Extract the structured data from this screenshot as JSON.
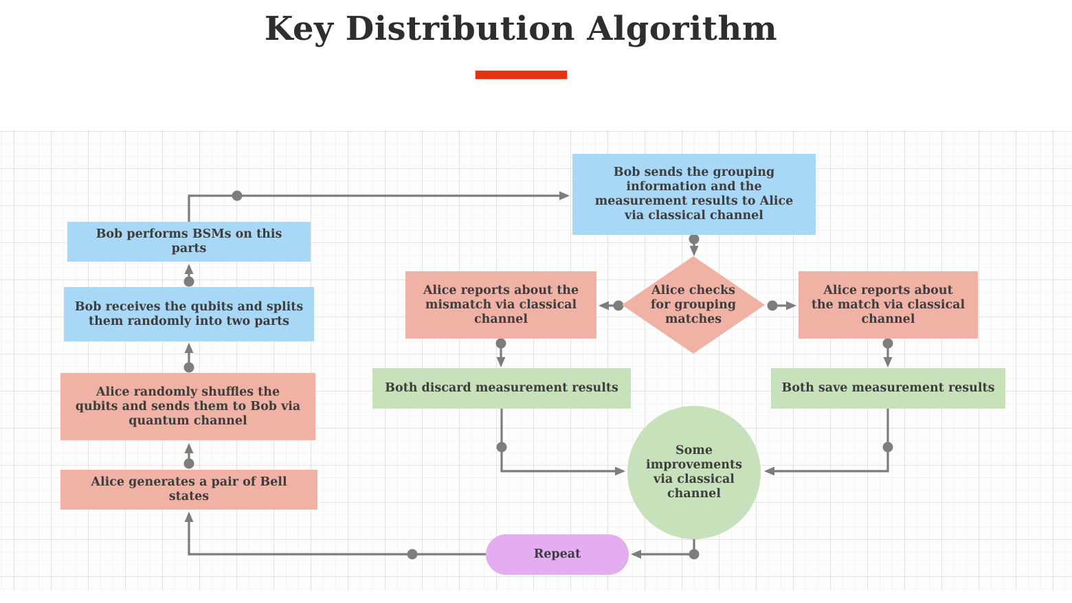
{
  "header": {
    "title": "Key Distribution Algorithm"
  },
  "colors": {
    "accent_red": "#e23411",
    "node_blue": "#a9d8f6",
    "node_pink": "#f1b2a6",
    "node_green": "#c7e1ba",
    "node_purple": "#e3adf0",
    "connector_gray": "#7d7d7d",
    "text_dark": "#3d3d3d"
  },
  "flowchart": {
    "nodes": {
      "bell": {
        "label": "Alice generates a pair of Bell states",
        "shape": "rectangle",
        "color": "pink"
      },
      "shuffles": {
        "label": "Alice randomly shuffles the qubits and sends them to Bob via quantum channel",
        "shape": "rectangle",
        "color": "pink"
      },
      "receives": {
        "label": "Bob receives the qubits and splits them randomly into two parts",
        "shape": "rectangle",
        "color": "blue"
      },
      "bsm": {
        "label": "Bob performs BSMs on this parts",
        "shape": "rectangle",
        "color": "blue"
      },
      "sends": {
        "label": "Bob sends the grouping information and the measurement results to Alice via classical channel",
        "shape": "rectangle",
        "color": "blue"
      },
      "checks": {
        "label": "Alice checks for grouping matches",
        "shape": "diamond",
        "color": "pink"
      },
      "mismatch": {
        "label": "Alice reports about the mismatch via classical channel",
        "shape": "rectangle",
        "color": "pink"
      },
      "match": {
        "label": "Alice reports about the match via classical channel",
        "shape": "rectangle",
        "color": "pink"
      },
      "discard": {
        "label": "Both discard measurement results",
        "shape": "rectangle",
        "color": "green"
      },
      "save": {
        "label": "Both save measurement results",
        "shape": "rectangle",
        "color": "green"
      },
      "improve": {
        "label": "Some improvements via classical channel",
        "shape": "circle",
        "color": "green"
      },
      "repeat": {
        "label": "Repeat",
        "shape": "pill",
        "color": "purple"
      }
    },
    "edges": [
      "bell -> shuffles",
      "shuffles -> receives",
      "receives -> bsm",
      "bsm -> sends",
      "sends -> checks",
      "checks -> mismatch",
      "checks -> match",
      "mismatch -> discard",
      "match -> save",
      "discard -> improve",
      "save -> improve",
      "improve -> repeat",
      "repeat -> bell"
    ]
  }
}
